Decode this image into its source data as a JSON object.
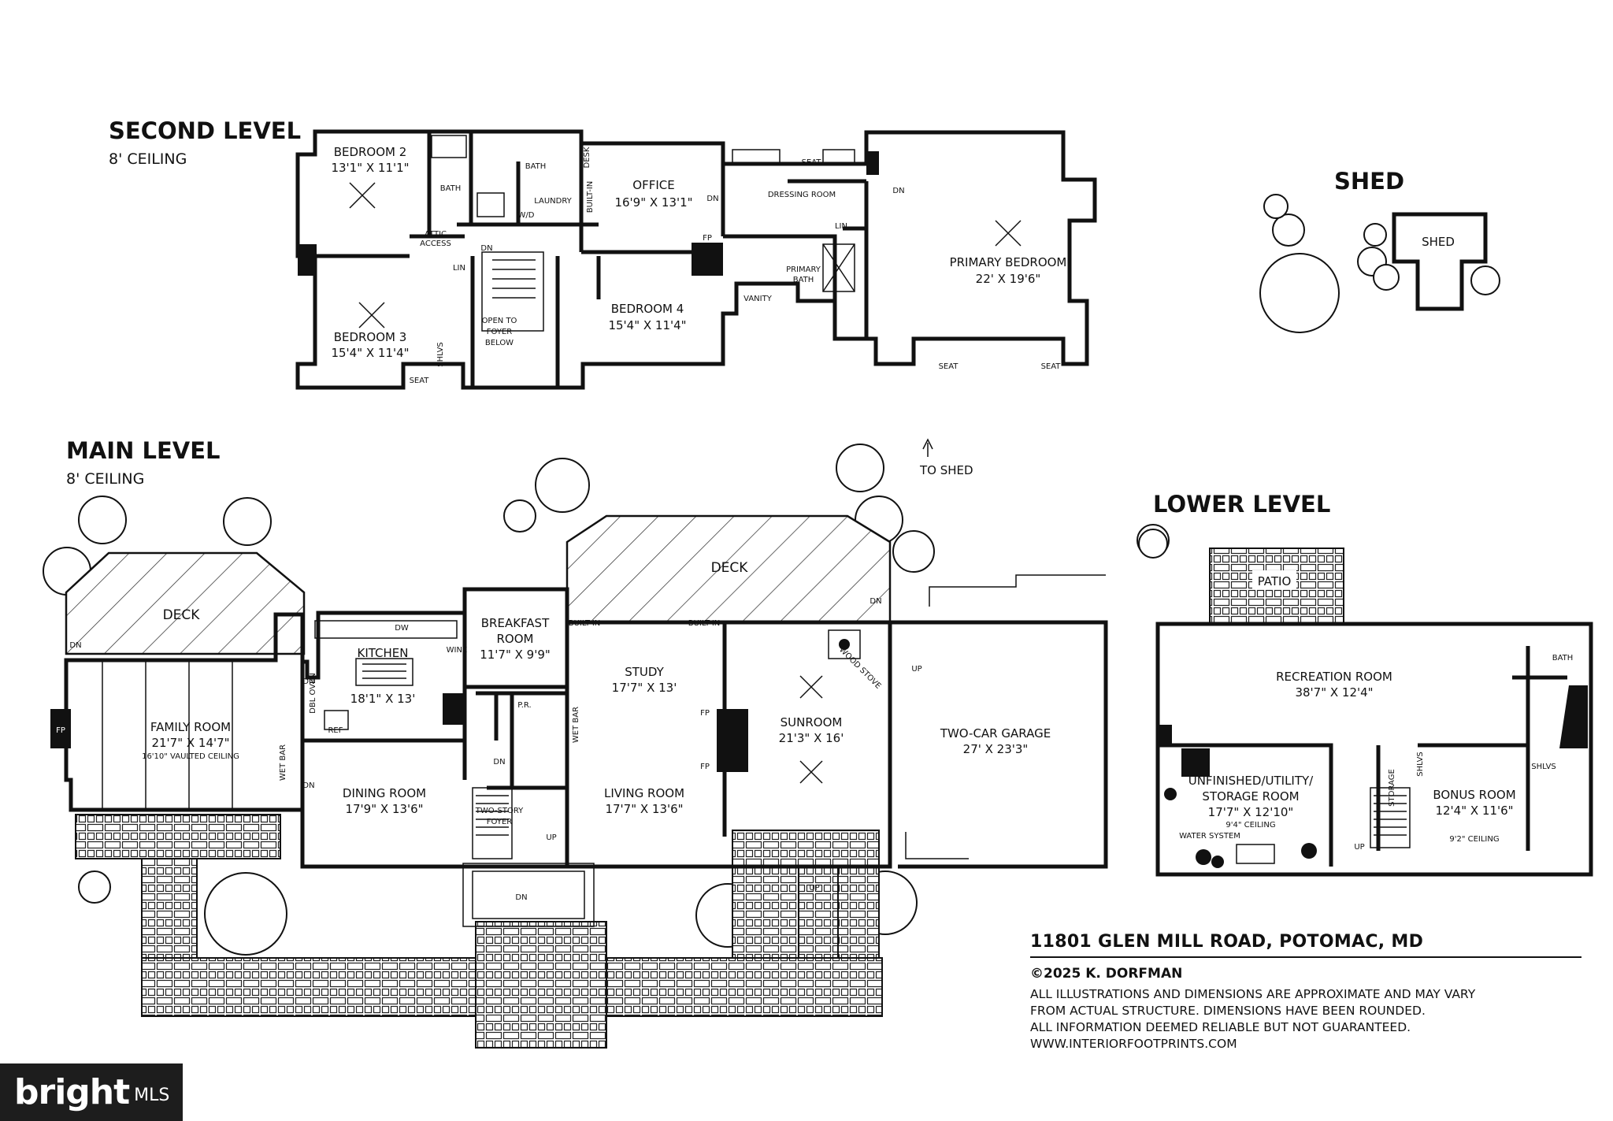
{
  "second_level": {
    "title": "SECOND LEVEL",
    "ceiling": "8' CEILING",
    "rooms": {
      "bedroom2": {
        "name": "BEDROOM 2",
        "dim": "13'1\" X 11'1\""
      },
      "bedroom3": {
        "name": "BEDROOM 3",
        "dim": "15'4\" X 11'4\""
      },
      "office": {
        "name": "OFFICE",
        "dim": "16'9\" X 13'1\""
      },
      "bedroom4": {
        "name": "BEDROOM 4",
        "dim": "15'4\" X 11'4\""
      },
      "dressing": {
        "name": "DRESSING ROOM"
      },
      "primary_bath": {
        "name1": "PRIMARY",
        "name2": "BATH"
      },
      "primary_bedroom": {
        "name": "PRIMARY BEDROOM",
        "dim": "22' X 19'6\""
      },
      "open_foyer": {
        "l1": "OPEN TO",
        "l2": "FOYER",
        "l3": "BELOW"
      }
    },
    "labels": {
      "bath": "BATH",
      "laundry": "LAUNDRY",
      "wd": "W/D",
      "desk": "DESK",
      "built_in": "BUILT-IN",
      "attic1": "ATTIC",
      "attic2": "ACCESS",
      "lin": "LIN",
      "dn": "DN",
      "fp": "FP",
      "seat": "SEAT",
      "shlvs": "SHLVS",
      "vanity": "VANITY"
    }
  },
  "shed": {
    "title": "SHED",
    "label": "SHED"
  },
  "main_level": {
    "title": "MAIN LEVEL",
    "ceiling": "8' CEILING",
    "to_shed": "TO SHED",
    "rooms": {
      "deck_left": {
        "name": "DECK"
      },
      "deck_right": {
        "name": "DECK"
      },
      "family": {
        "name": "FAMILY ROOM",
        "dim": "21'7\" X 14'7\"",
        "note": "16'10\" VAULTED CEILING"
      },
      "kitchen": {
        "name": "KITCHEN",
        "dim": "18'1\" X 13'"
      },
      "breakfast": {
        "name1": "BREAKFAST",
        "name2": "ROOM",
        "dim": "11'7\" X 9'9\""
      },
      "study": {
        "name": "STUDY",
        "dim": "17'7\" X 13'"
      },
      "sunroom": {
        "name": "SUNROOM",
        "dim": "21'3\" X 16'"
      },
      "garage": {
        "name": "TWO-CAR GARAGE",
        "dim": "27' X 23'3\""
      },
      "dining": {
        "name": "DINING ROOM",
        "dim": "17'9\" X 13'6\""
      },
      "living": {
        "name": "LIVING ROOM",
        "dim": "17'7\" X 13'6\""
      },
      "foyer": {
        "name1": "TWO-STORY",
        "name2": "FOYER"
      }
    },
    "labels": {
      "wet_bar": "WET BAR",
      "pr": "P.R.",
      "built_in": "BUILT-IN",
      "dw": "DW",
      "wine": "WINE",
      "ref": "REF",
      "oven": "DBL OVEN",
      "fp": "FP",
      "dn": "DN",
      "up": "UP",
      "wood_stove": "WOOD STOVE"
    }
  },
  "lower_level": {
    "title": "LOWER LEVEL",
    "rooms": {
      "patio": {
        "name": "PATIO"
      },
      "recreation": {
        "name": "RECREATION ROOM",
        "dim": "38'7\" X 12'4\""
      },
      "utility": {
        "name1": "UNFINISHED/UTILITY/",
        "name2": "STORAGE ROOM",
        "dim": "17'7\" X 12'10\"",
        "note": "9'4\" CEILING"
      },
      "bonus": {
        "name": "BONUS ROOM",
        "dim": "12'4\" X 11'6\"",
        "note": "9'2\" CEILING"
      },
      "bath": {
        "name": "BATH"
      },
      "storage": {
        "name": "STORAGE"
      }
    },
    "labels": {
      "water": "WATER SYSTEM",
      "shlvs": "SHLVS",
      "up": "UP"
    }
  },
  "info": {
    "address": "11801 GLEN MILL ROAD, POTOMAC, MD",
    "copyright": "©2025 K. DORFMAN",
    "disclaimer": [
      "ALL ILLUSTRATIONS AND DIMENSIONS ARE APPROXIMATE AND MAY VARY",
      "FROM ACTUAL STRUCTURE. DIMENSIONS HAVE BEEN ROUNDED.",
      "ALL INFORMATION DEEMED RELIABLE BUT NOT GUARANTEED.",
      "WWW.INTERIORFOOTPRINTS.COM"
    ]
  },
  "watermark": {
    "brand": "bright",
    "mls": "MLS"
  }
}
